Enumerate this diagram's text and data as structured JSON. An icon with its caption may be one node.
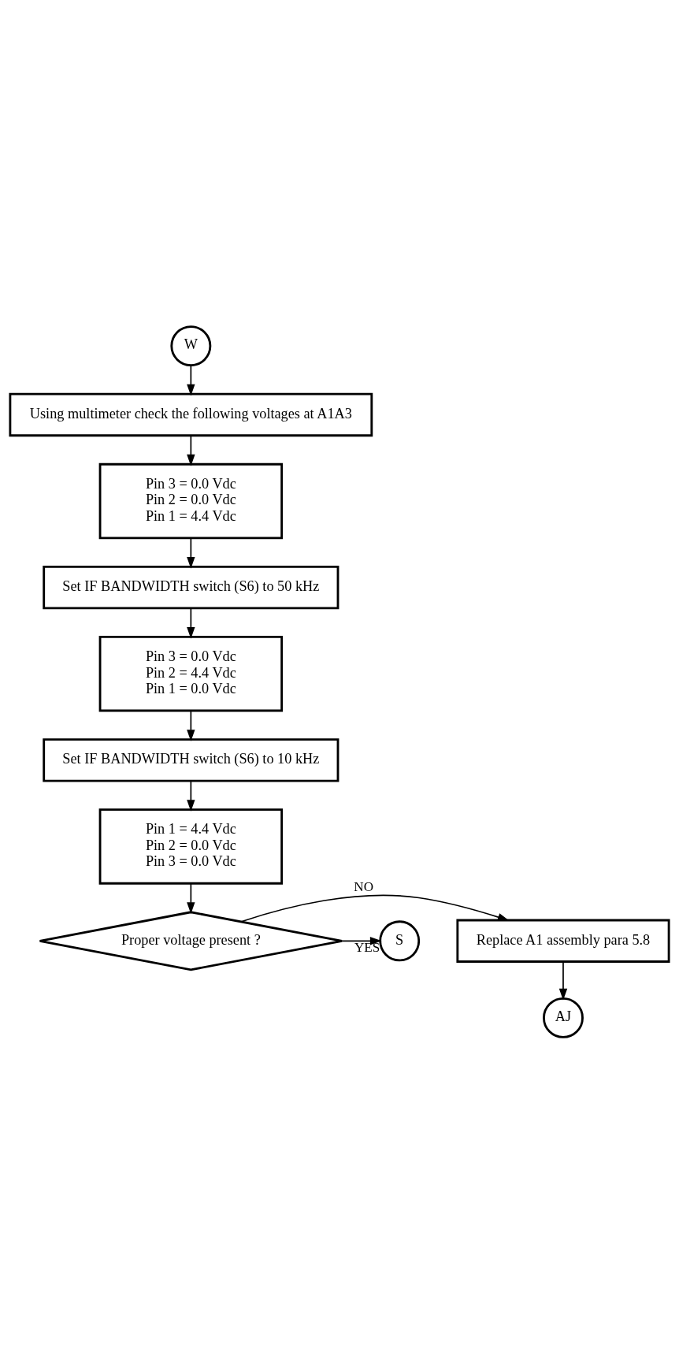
{
  "diagram": {
    "nodes": [
      {
        "text": [
          "W"
        ]
      },
      {
        "text": [
          "Using multimeter check the following voltages at A1A3"
        ]
      },
      {
        "text": [
          "Pin 3 = 0.0 Vdc",
          "Pin 2 = 0.0 Vdc",
          "Pin 1 = 4.4 Vdc"
        ]
      },
      {
        "text": [
          "Set IF BANDWIDTH switch (S6) to 50 kHz"
        ]
      },
      {
        "text": [
          "Pin 3 = 0.0 Vdc",
          "Pin 2 = 4.4 Vdc",
          "Pin 1 = 0.0 Vdc"
        ]
      },
      {
        "text": [
          "Set IF BANDWIDTH switch (S6) to 10 kHz"
        ]
      },
      {
        "text": [
          "Pin 1 = 4.4 Vdc",
          "Pin 2 = 0.0 Vdc",
          "Pin 3 = 0.0 Vdc"
        ]
      },
      {
        "text": [
          "Proper voltage present ?"
        ]
      },
      {
        "text": [
          "Replace A1 assembly para 5.8"
        ]
      },
      {
        "text": [
          "S"
        ]
      },
      {
        "text": [
          "AJ"
        ]
      }
    ],
    "edges": [
      {
        "from": 0,
        "to": 1,
        "arrow": "to"
      },
      {
        "from": 1,
        "to": 2,
        "arrow": "to"
      },
      {
        "from": 2,
        "to": 3,
        "arrow": "to"
      },
      {
        "from": 3,
        "to": 4,
        "arrow": "to"
      },
      {
        "from": 4,
        "to": 5,
        "arrow": "to"
      },
      {
        "from": 5,
        "to": 6,
        "arrow": "to"
      },
      {
        "from": 6,
        "to": 7,
        "arrow": "to"
      },
      {
        "from": 7,
        "to": 8,
        "arrow": "to",
        "label": "NO"
      },
      {
        "from": 7,
        "to": 9,
        "arrow": "to",
        "label": "YES"
      },
      {
        "from": 8,
        "to": 10,
        "arrow": "to"
      }
    ]
  }
}
